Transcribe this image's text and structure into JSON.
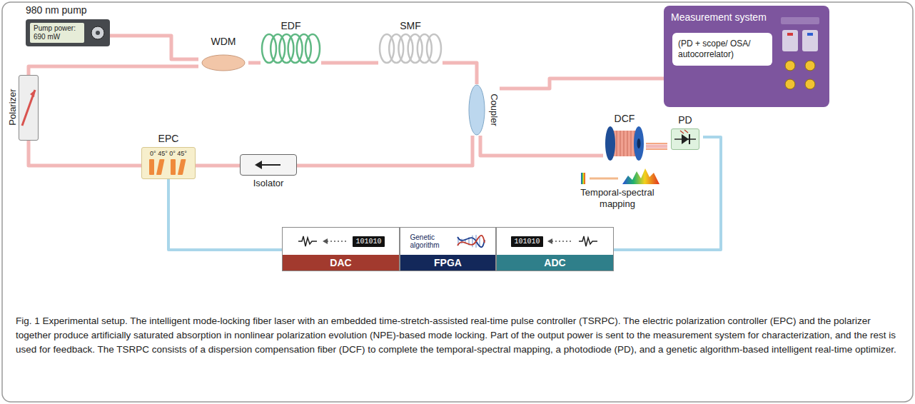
{
  "diagram": {
    "caption": "Fig. 1 Experimental setup. The intelligent mode-locking fiber laser with an embedded time-stretch-assisted real-time pulse controller (TSRPC). The electric polarization controller (EPC) and the polarizer together produce artificially saturated absorption in nonlinear polarization evolution (NPE)-based mode locking. Part of the output power is sent to the measurement system for characterization, and the rest is used for feedback. The TSRPC consists of a dispersion compensation fiber (DCF) to complete the temporal-spectral mapping, a photodiode (PD), and a genetic algorithm-based intelligent real-time optimizer.",
    "nodes": [
      {
        "text": [
          "980 nm pump",
          "Pump power: 690 mW"
        ]
      },
      {
        "text": [
          "WDM"
        ]
      },
      {
        "text": [
          "EDF"
        ]
      },
      {
        "text": [
          "SMF"
        ]
      },
      {
        "text": [
          "Measurement system",
          "(PD + scope/ OSA/ autocorrelator)"
        ]
      },
      {
        "text": [
          "Polarizer"
        ]
      },
      {
        "text": [
          "EPC",
          "0° 45° 0° 45°"
        ]
      },
      {
        "text": [
          "Isolator"
        ]
      },
      {
        "text": [
          "Coupler"
        ]
      },
      {
        "text": [
          "DCF"
        ]
      },
      {
        "text": [
          "PD"
        ]
      },
      {
        "text": [
          "101010",
          "DAC"
        ]
      },
      {
        "text": [
          "Genetic algorithm",
          "FPGA"
        ]
      },
      {
        "text": [
          "101010",
          "ADC"
        ]
      }
    ],
    "edges": [
      {
        "from": 0,
        "to": 1,
        "arrow": "none"
      },
      {
        "from": 1,
        "to": 2,
        "arrow": "none"
      },
      {
        "from": 2,
        "to": 3,
        "arrow": "none"
      },
      {
        "from": 3,
        "to": 8,
        "arrow": "none"
      },
      {
        "from": 8,
        "to": 7,
        "arrow": "none"
      },
      {
        "from": 7,
        "to": 6,
        "arrow": "none"
      },
      {
        "from": 6,
        "to": 5,
        "arrow": "none"
      },
      {
        "from": 5,
        "to": 1,
        "arrow": "none"
      },
      {
        "from": 8,
        "to": 4,
        "arrow": "none"
      },
      {
        "from": 8,
        "to": 9,
        "arrow": "none"
      },
      {
        "from": 9,
        "to": 10,
        "arrow": "none"
      },
      {
        "from": 10,
        "to": 13,
        "arrow": "none"
      },
      {
        "from": 11,
        "to": 6,
        "arrow": "none"
      }
    ],
    "labels": [
      "Temporal-spectral mapping"
    ]
  }
}
